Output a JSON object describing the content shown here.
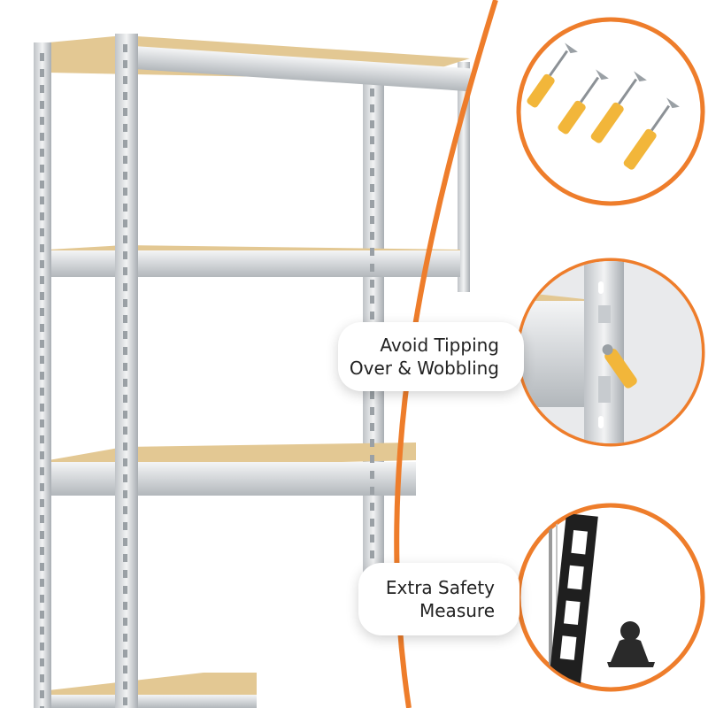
{
  "colors": {
    "accent": "#ee7d2b",
    "steel": "#d8dbde",
    "steel_dark": "#a9aeb3",
    "board": "#e3c893",
    "anchor": "#f2b63a",
    "strap": "#1f1f1f"
  },
  "features": [
    {
      "name": "avoid-tipping",
      "line1": "Avoid Tipping",
      "line2": "Over & Wobbling",
      "icon": "wall-anchor-icon"
    },
    {
      "name": "extra-safety",
      "line1": "Extra Safety",
      "line2": "Measure",
      "icon": "safety-strap-child-icon"
    }
  ],
  "accessories_icon": "wall-plugs-screws-icon"
}
